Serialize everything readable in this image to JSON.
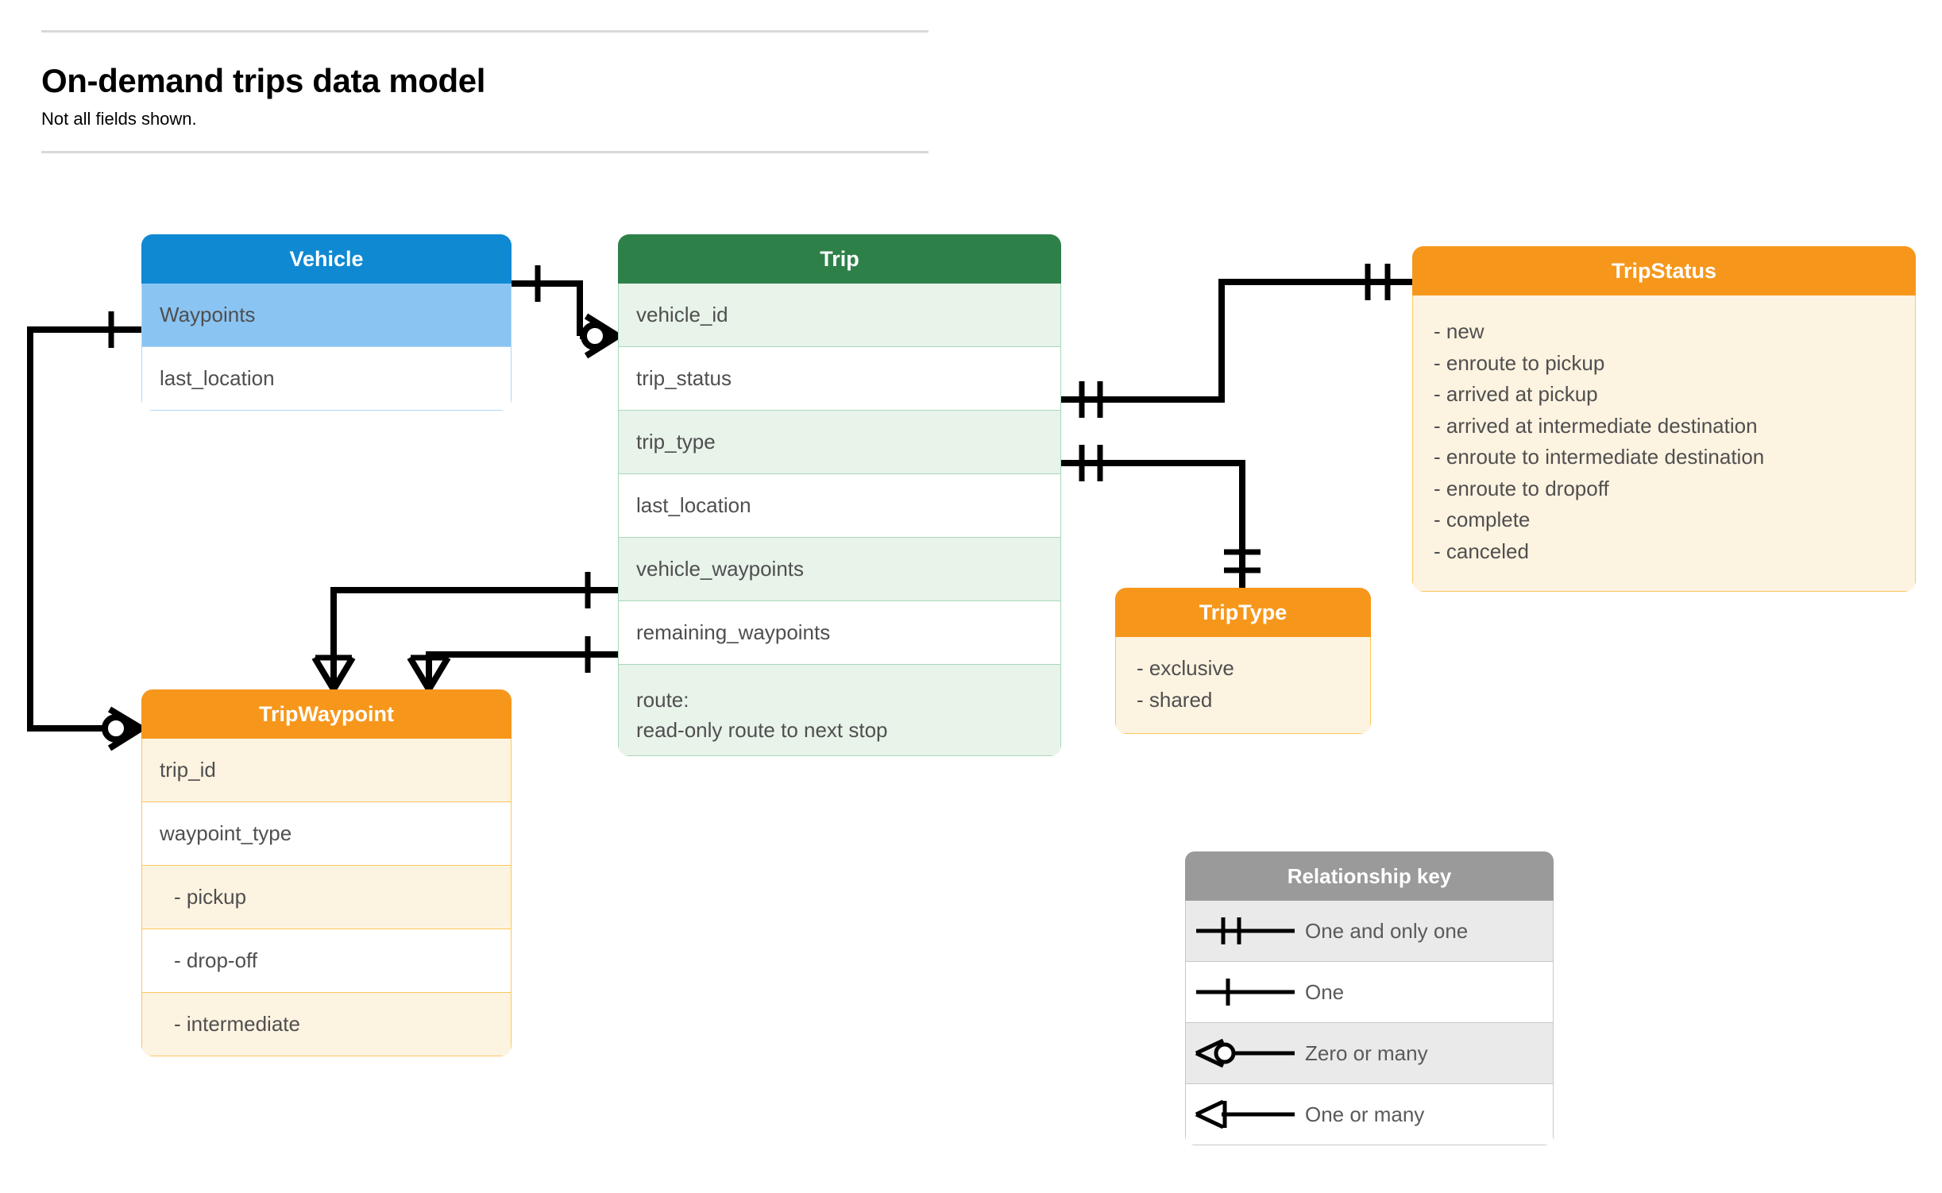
{
  "header": {
    "title": "On-demand trips data model",
    "subtitle": "Not all fields shown."
  },
  "entities": {
    "vehicle": {
      "title": "Vehicle",
      "header_color": "#1089d3",
      "rows": [
        {
          "label": "Waypoints"
        },
        {
          "label": "last_location"
        }
      ]
    },
    "trip": {
      "title": "Trip",
      "header_color": "#2e8049",
      "rows": [
        {
          "label": "vehicle_id"
        },
        {
          "label": "trip_status"
        },
        {
          "label": "trip_type"
        },
        {
          "label": "last_location"
        },
        {
          "label": "vehicle_waypoints"
        },
        {
          "label": "remaining_waypoints"
        },
        {
          "label": "route:",
          "label2": "read-only route to next stop"
        }
      ]
    },
    "trip_status": {
      "title": "TripStatus",
      "header_color": "#f6971c",
      "values": [
        "- new",
        "- enroute to pickup",
        "- arrived at pickup",
        "- arrived at intermediate destination",
        "- enroute to intermediate destination",
        "- enroute to dropoff",
        "- complete",
        "- canceled"
      ]
    },
    "trip_type": {
      "title": "TripType",
      "header_color": "#f6971c",
      "values": [
        "- exclusive",
        "- shared"
      ]
    },
    "trip_waypoint": {
      "title": "TripWaypoint",
      "header_color": "#f6971c",
      "rows": [
        {
          "label": "trip_id"
        },
        {
          "label": "waypoint_type"
        },
        {
          "label": "-  pickup"
        },
        {
          "label": "-  drop-off"
        },
        {
          "label": "-  intermediate"
        }
      ]
    }
  },
  "legend": {
    "title": "Relationship key",
    "header_color": "#9a9a9a",
    "rows": [
      {
        "symbol": "one-and-only-one-icon",
        "label": "One and only one"
      },
      {
        "symbol": "one-icon",
        "label": "One"
      },
      {
        "symbol": "zero-or-many-icon",
        "label": "Zero or many"
      },
      {
        "symbol": "one-or-many-icon",
        "label": "One or many"
      }
    ]
  },
  "relationships": [
    {
      "from": "Vehicle",
      "from_card": "One",
      "to": "Trip.vehicle_id",
      "to_card": "Zero or many"
    },
    {
      "from": "Vehicle.Waypoints",
      "from_card": "One",
      "to": "TripWaypoint",
      "to_card": "Zero or many"
    },
    {
      "from": "Trip.trip_status",
      "from_card": "One and only one",
      "to": "TripStatus",
      "to_card": "One and only one"
    },
    {
      "from": "Trip.trip_type",
      "from_card": "One and only one",
      "to": "TripType",
      "to_card": "One and only one"
    },
    {
      "from": "Trip.vehicle_waypoints",
      "from_card": "One",
      "to": "TripWaypoint",
      "to_card": "One or many"
    },
    {
      "from": "Trip.remaining_waypoints",
      "from_card": "One",
      "to": "TripWaypoint",
      "to_card": "One or many"
    }
  ]
}
